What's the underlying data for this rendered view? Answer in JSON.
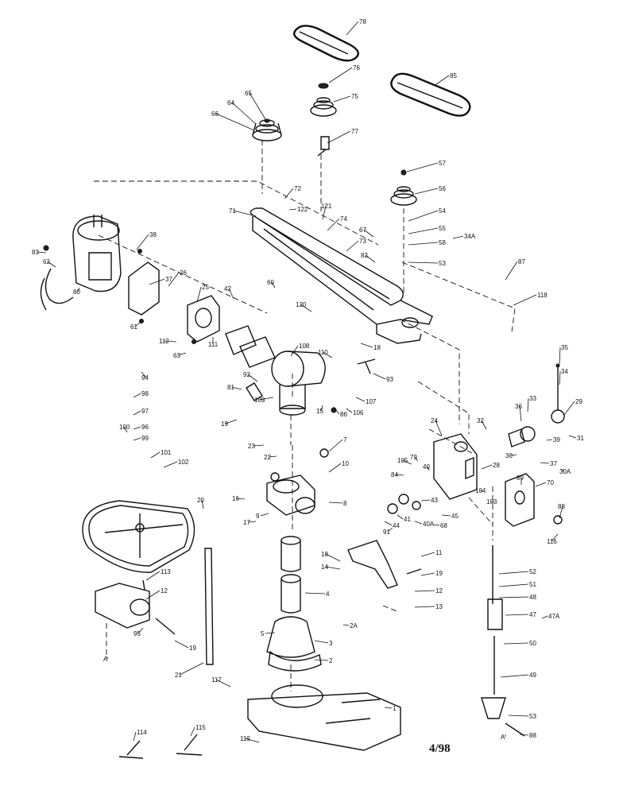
{
  "diagram": {
    "date_code": "4/98",
    "callouts": [
      {
        "id": "c78",
        "text": "78"
      },
      {
        "id": "c76",
        "text": "76"
      },
      {
        "id": "c85",
        "text": "85"
      },
      {
        "id": "c75",
        "text": "75"
      },
      {
        "id": "c65",
        "text": "65"
      },
      {
        "id": "c64",
        "text": "64"
      },
      {
        "id": "c66",
        "text": "66"
      },
      {
        "id": "c77",
        "text": "77"
      },
      {
        "id": "c57",
        "text": "57"
      },
      {
        "id": "c56",
        "text": "56"
      },
      {
        "id": "c72",
        "text": "72"
      },
      {
        "id": "c122",
        "text": "122"
      },
      {
        "id": "c121",
        "text": "121"
      },
      {
        "id": "c71",
        "text": "71"
      },
      {
        "id": "c74",
        "text": "74"
      },
      {
        "id": "c54",
        "text": "54"
      },
      {
        "id": "c55",
        "text": "55"
      },
      {
        "id": "c58",
        "text": "58"
      },
      {
        "id": "c34A",
        "text": "34A"
      },
      {
        "id": "c67",
        "text": "67"
      },
      {
        "id": "c73",
        "text": "73"
      },
      {
        "id": "c53",
        "text": "53"
      },
      {
        "id": "c82",
        "text": "82"
      },
      {
        "id": "c87",
        "text": "87"
      },
      {
        "id": "c60",
        "text": "60"
      },
      {
        "id": "c118",
        "text": "118"
      },
      {
        "id": "c120",
        "text": "120"
      },
      {
        "id": "c38",
        "text": "38"
      },
      {
        "id": "c83",
        "text": "83"
      },
      {
        "id": "c62",
        "text": "62"
      },
      {
        "id": "c37",
        "text": "37"
      },
      {
        "id": "c26",
        "text": "26"
      },
      {
        "id": "c25",
        "text": "25"
      },
      {
        "id": "c42",
        "text": "42"
      },
      {
        "id": "c80",
        "text": "80"
      },
      {
        "id": "c61",
        "text": "61"
      },
      {
        "id": "c112",
        "text": "112"
      },
      {
        "id": "c111",
        "text": "111"
      },
      {
        "id": "c63",
        "text": "63"
      },
      {
        "id": "c108",
        "text": "108"
      },
      {
        "id": "c110",
        "text": "110"
      },
      {
        "id": "c18",
        "text": "18"
      },
      {
        "id": "c35",
        "text": "35"
      },
      {
        "id": "c34",
        "text": "34"
      },
      {
        "id": "c94",
        "text": "94"
      },
      {
        "id": "c92",
        "text": "92"
      },
      {
        "id": "c109",
        "text": "109"
      },
      {
        "id": "c81",
        "text": "81"
      },
      {
        "id": "c93",
        "text": "93"
      },
      {
        "id": "c107",
        "text": "107"
      },
      {
        "id": "c29",
        "text": "29"
      },
      {
        "id": "c33",
        "text": "33"
      },
      {
        "id": "c36",
        "text": "36"
      },
      {
        "id": "c98",
        "text": "98"
      },
      {
        "id": "c97",
        "text": "97"
      },
      {
        "id": "c19",
        "text": "19"
      },
      {
        "id": "c15",
        "text": "15"
      },
      {
        "id": "c86",
        "text": "86"
      },
      {
        "id": "c106",
        "text": "106"
      },
      {
        "id": "c24",
        "text": "24"
      },
      {
        "id": "c32",
        "text": "32"
      },
      {
        "id": "c96",
        "text": "96"
      },
      {
        "id": "c99",
        "text": "99"
      },
      {
        "id": "c100",
        "text": "100"
      },
      {
        "id": "c23",
        "text": "23"
      },
      {
        "id": "c22",
        "text": "22"
      },
      {
        "id": "c7",
        "text": "7"
      },
      {
        "id": "c39",
        "text": "39"
      },
      {
        "id": "c31",
        "text": "31"
      },
      {
        "id": "c101",
        "text": "101"
      },
      {
        "id": "c102",
        "text": "102"
      },
      {
        "id": "c79",
        "text": "79"
      },
      {
        "id": "c105",
        "text": "105"
      },
      {
        "id": "c84",
        "text": "84"
      },
      {
        "id": "c40",
        "text": "40"
      },
      {
        "id": "c10",
        "text": "10"
      },
      {
        "id": "c30",
        "text": "30"
      },
      {
        "id": "c37b",
        "text": "37"
      },
      {
        "id": "c30A",
        "text": "30A"
      },
      {
        "id": "c28",
        "text": "28"
      },
      {
        "id": "c70",
        "text": "70"
      },
      {
        "id": "c104",
        "text": "104"
      },
      {
        "id": "c103",
        "text": "103"
      },
      {
        "id": "c89",
        "text": "89"
      },
      {
        "id": "c20",
        "text": "20"
      },
      {
        "id": "c16",
        "text": "16"
      },
      {
        "id": "c8",
        "text": "8"
      },
      {
        "id": "c17",
        "text": "17"
      },
      {
        "id": "c9",
        "text": "9"
      },
      {
        "id": "c43",
        "text": "43"
      },
      {
        "id": "c41",
        "text": "41"
      },
      {
        "id": "c44",
        "text": "44"
      },
      {
        "id": "c40A",
        "text": "40A"
      },
      {
        "id": "c45",
        "text": "45"
      },
      {
        "id": "c68",
        "text": "68"
      },
      {
        "id": "c88",
        "text": "88"
      },
      {
        "id": "c116",
        "text": "116"
      },
      {
        "id": "c91",
        "text": "91"
      },
      {
        "id": "c11",
        "text": "11"
      },
      {
        "id": "c18b",
        "text": "18"
      },
      {
        "id": "c14",
        "text": "14"
      },
      {
        "id": "c19b",
        "text": "19"
      },
      {
        "id": "c113",
        "text": "113"
      },
      {
        "id": "c12",
        "text": "12"
      },
      {
        "id": "c52",
        "text": "52"
      },
      {
        "id": "c51",
        "text": "51"
      },
      {
        "id": "c48",
        "text": "48"
      },
      {
        "id": "c4",
        "text": "4"
      },
      {
        "id": "c13",
        "text": "13"
      },
      {
        "id": "c12b",
        "text": "12"
      },
      {
        "id": "c47",
        "text": "47"
      },
      {
        "id": "c47A",
        "text": "47A"
      },
      {
        "id": "c95",
        "text": "95"
      },
      {
        "id": "c19c",
        "text": "19"
      },
      {
        "id": "cA1",
        "text": "A"
      },
      {
        "id": "c5",
        "text": "5"
      },
      {
        "id": "c2A",
        "text": "2A"
      },
      {
        "id": "c3",
        "text": "3"
      },
      {
        "id": "c50",
        "text": "50"
      },
      {
        "id": "c2",
        "text": "2"
      },
      {
        "id": "c21",
        "text": "21"
      },
      {
        "id": "c49",
        "text": "49"
      },
      {
        "id": "c117",
        "text": "117"
      },
      {
        "id": "c1",
        "text": "1"
      },
      {
        "id": "c114",
        "text": "114"
      },
      {
        "id": "c115",
        "text": "115"
      },
      {
        "id": "c119",
        "text": "119"
      },
      {
        "id": "c53b",
        "text": "53"
      },
      {
        "id": "c88b",
        "text": "88"
      },
      {
        "id": "cA2",
        "text": "A"
      }
    ]
  }
}
